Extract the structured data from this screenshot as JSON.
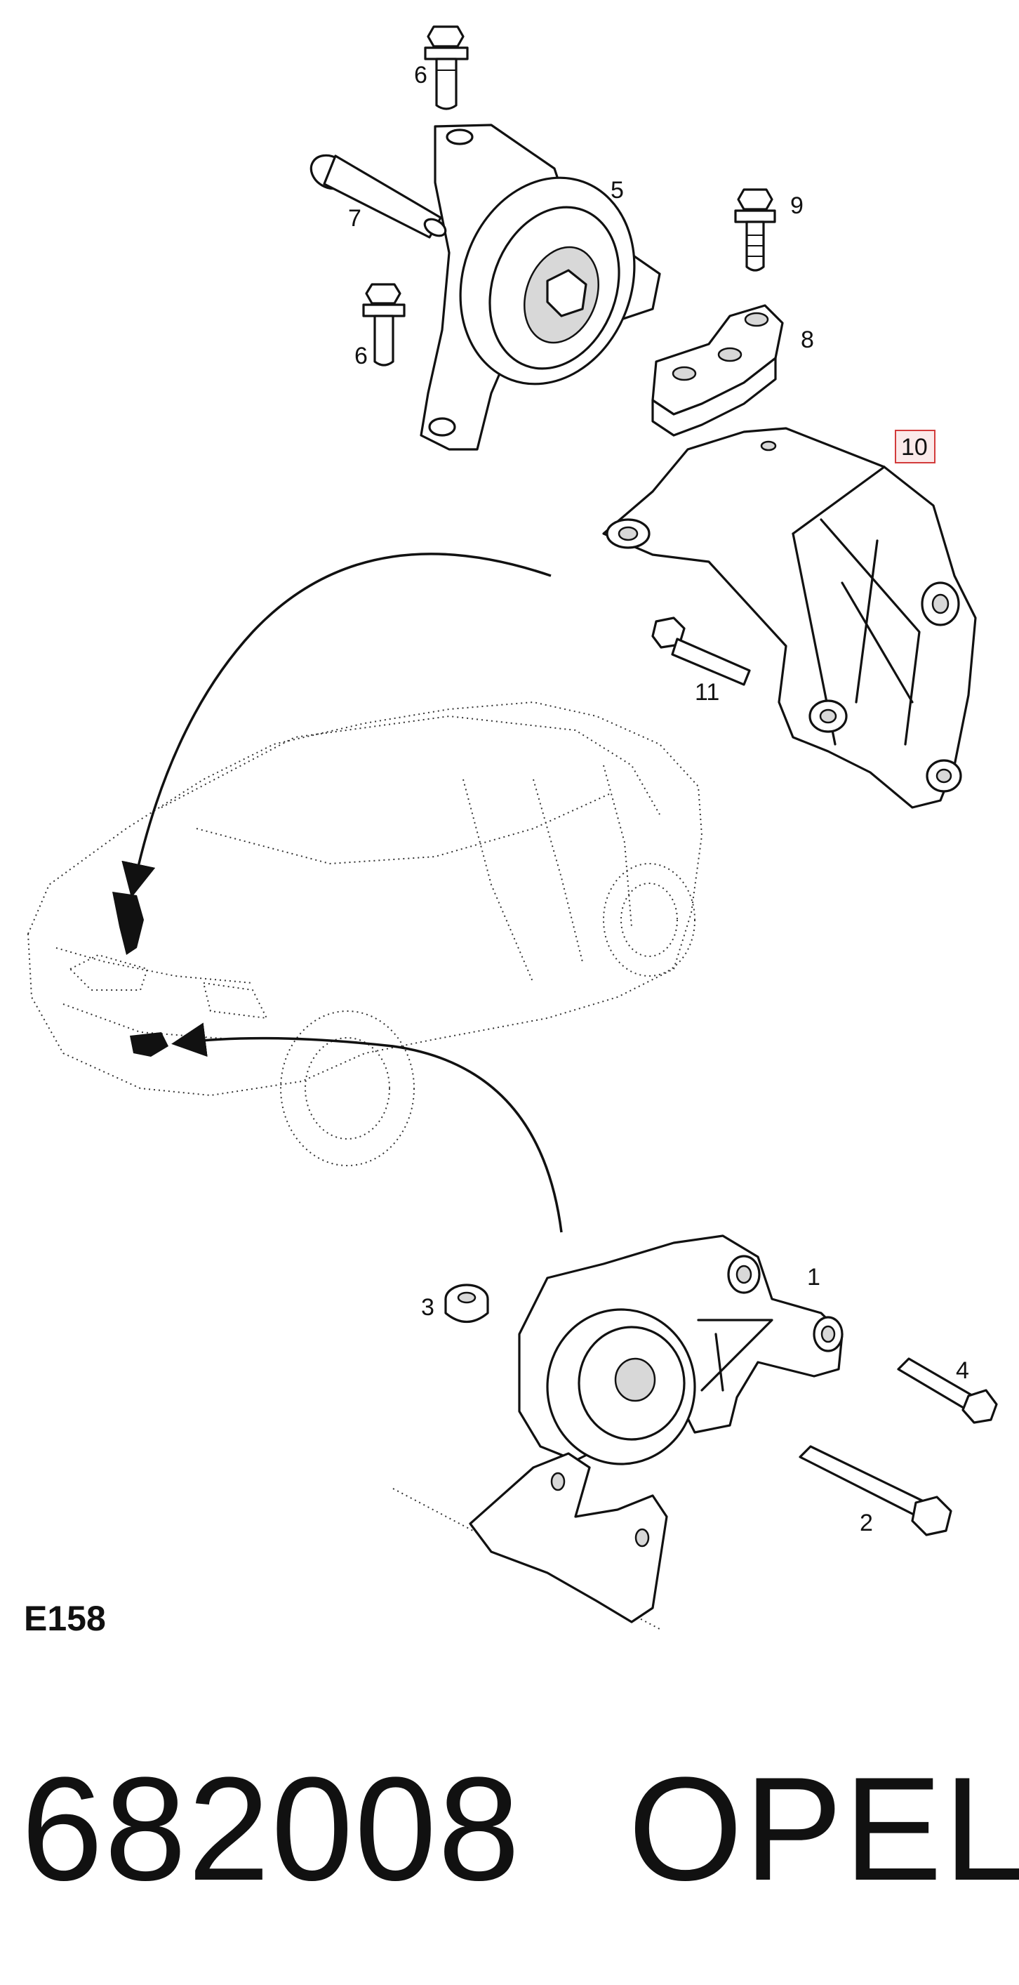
{
  "diagram_code": "E158",
  "part_number": "682008",
  "brand": "OPEL",
  "callouts": [
    {
      "label": "6"
    },
    {
      "label": "5"
    },
    {
      "label": "7"
    },
    {
      "label": "9"
    },
    {
      "label": "6"
    },
    {
      "label": "8"
    },
    {
      "label": "10",
      "highlighted": true
    },
    {
      "label": "11"
    },
    {
      "label": "1"
    },
    {
      "label": "3"
    },
    {
      "label": "4"
    },
    {
      "label": "2"
    }
  ],
  "colors": {
    "ink": "#111111",
    "highlight_border": "#d23b3b",
    "highlight_fill": "#fbeaea"
  }
}
